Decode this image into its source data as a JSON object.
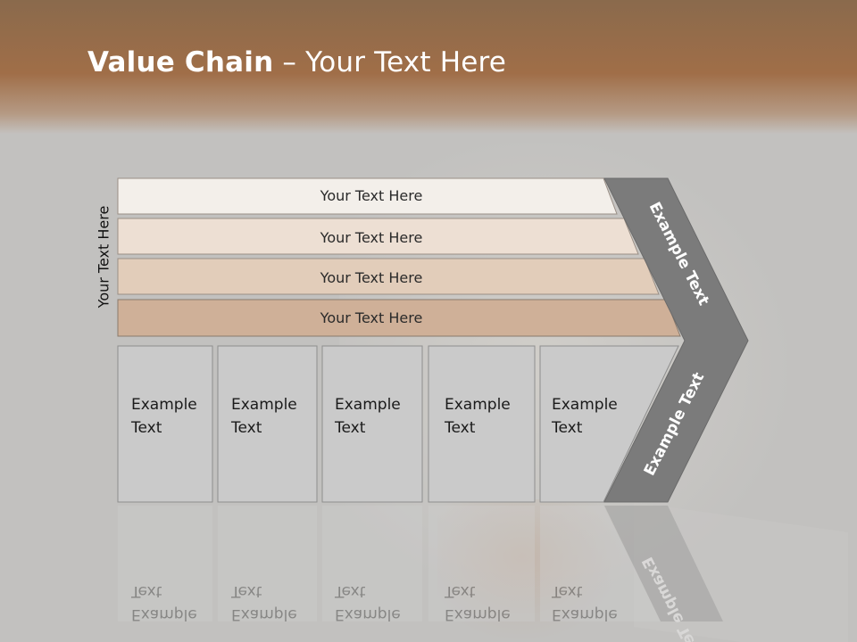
{
  "title": {
    "bold": "Value Chain",
    "rest": " – Your Text Here"
  },
  "side_label": "Your Text Here",
  "rows": [
    {
      "label": "Your Text Here",
      "color": "#f3efea"
    },
    {
      "label": "Your Text Here",
      "color": "#eddfd3"
    },
    {
      "label": "Your Text Here",
      "color": "#e2cdba"
    },
    {
      "label": "Your Text Here",
      "color": "#cfb098"
    }
  ],
  "boxes": [
    {
      "line1": "Example",
      "line2": "Text"
    },
    {
      "line1": "Example",
      "line2": "Text"
    },
    {
      "line1": "Example",
      "line2": "Text"
    },
    {
      "line1": "Example",
      "line2": "Text"
    },
    {
      "line1": "Example",
      "line2": "Text"
    }
  ],
  "chevron": {
    "upper": "Example Text",
    "lower": "Example Text",
    "color": "#7b7b7b"
  }
}
